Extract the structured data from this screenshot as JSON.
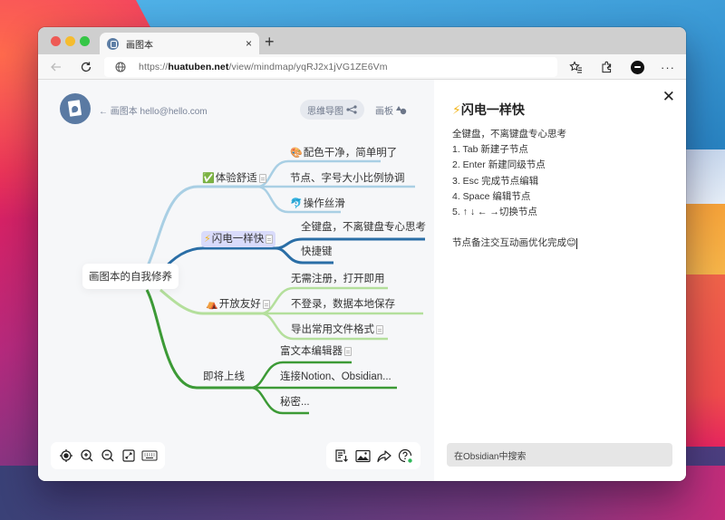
{
  "browser": {
    "tab_title": "画图本",
    "tab_close": "×",
    "new_tab": "+",
    "url_prefix": "https://",
    "url_domain": "huatuben.net",
    "url_path": "/view/mindmap/yqRJ2x1jVG1ZE6Vm",
    "more": "···"
  },
  "header": {
    "back_link": "← 画图本 hello@hello.com",
    "mode_mindmap": "思维导图",
    "mode_board": "画板"
  },
  "mindmap": {
    "root": "画图本的自我修养",
    "branches": [
      {
        "label": "体验舒适",
        "emoji": "✅",
        "color": "#a9cfe4",
        "has_note": true,
        "children": [
          {
            "label": "配色干净，简单明了",
            "emoji": "🎨"
          },
          {
            "label": "节点、字号大小比例协调"
          },
          {
            "label": "操作丝滑",
            "emoji": "🐬"
          }
        ]
      },
      {
        "label": "闪电一样快",
        "emoji": "⚡",
        "color": "#2a6ea6",
        "has_note": true,
        "selected": true,
        "children": [
          {
            "label": "全键盘，不离键盘专心思考"
          },
          {
            "label": "快捷键"
          }
        ]
      },
      {
        "label": "开放友好",
        "emoji": "⛺",
        "color": "#b4df9c",
        "has_note": true,
        "children": [
          {
            "label": "无需注册，打开即用"
          },
          {
            "label": "不登录，数据本地保存"
          },
          {
            "label": "导出常用文件格式",
            "has_note": true
          }
        ]
      },
      {
        "label": "即将上线",
        "color": "#3c9a36",
        "children": [
          {
            "label": "富文本编辑器",
            "has_note": true
          },
          {
            "label": "连接Notion、Obsidian..."
          },
          {
            "label": "秘密..."
          }
        ]
      }
    ]
  },
  "bottom_left_tools": [
    "locate-icon",
    "zoom-in-icon",
    "zoom-out-icon",
    "fit-screen-icon",
    "keyboard-icon"
  ],
  "bottom_right_tools": [
    "outline-icon",
    "image-export-icon",
    "share-icon",
    "help-icon"
  ],
  "note_panel": {
    "close": "✕",
    "title_emoji": "⚡",
    "title": "闪电一样快",
    "lines": [
      "全键盘，不离键盘专心思考",
      "1. Tab 新建子节点",
      "2. Enter 新建同级节点",
      "3. Esc 完成节点编辑",
      "4. Space 编辑节点",
      "5. ↑ ↓ ← →切换节点"
    ],
    "last_line": "节点备注交互动画优化完成😊",
    "search_placeholder": "在Obsidian中搜索"
  },
  "colors": {
    "branch1": "#a9cfe4",
    "branch2": "#2a6ea6",
    "branch3": "#b4df9c",
    "branch4": "#3c9a36",
    "selected_bg": "#d9dbfb",
    "help_dot": "#2fb85a"
  }
}
